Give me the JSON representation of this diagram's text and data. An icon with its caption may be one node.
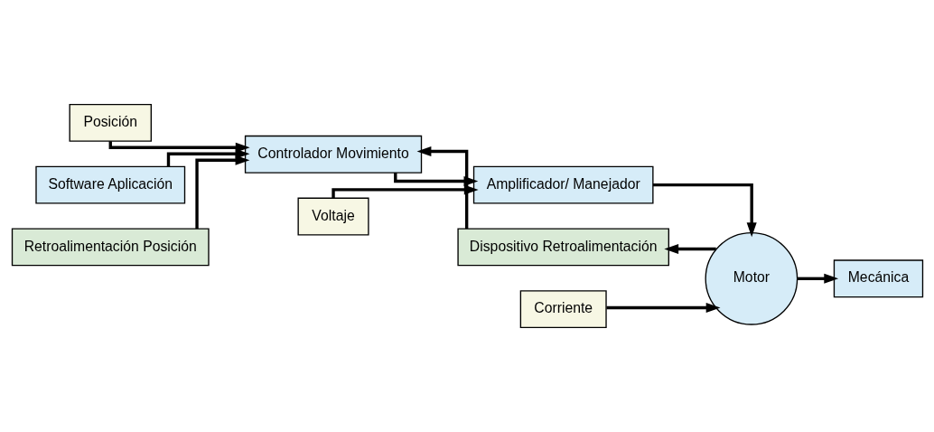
{
  "diagram": {
    "nodes": [
      {
        "text": [
          "Posición"
        ]
      },
      {
        "text": [
          "Voltaje"
        ]
      },
      {
        "text": [
          "Corriente"
        ]
      },
      {
        "text": [
          "Software Aplicación"
        ]
      },
      {
        "text": [
          "Controlador Movimiento"
        ]
      },
      {
        "text": [
          "Amplificador/ Manejador"
        ]
      },
      {
        "text": [
          "Motor"
        ]
      },
      {
        "text": [
          "Mecánica"
        ]
      },
      {
        "text": [
          "Dispositivo Retroalimentación"
        ]
      },
      {
        "text": [
          "Retroalimentación Posición"
        ]
      }
    ],
    "edges": [
      {
        "from": 3,
        "to": 4,
        "arrow": "to"
      },
      {
        "from": 0,
        "to": 4,
        "arrow": "to"
      },
      {
        "from": 4,
        "to": 5,
        "arrow": "to"
      },
      {
        "from": 1,
        "to": 5,
        "arrow": "to"
      },
      {
        "from": 5,
        "to": 6,
        "arrow": "to"
      },
      {
        "from": 2,
        "to": 6,
        "arrow": "to"
      },
      {
        "from": 6,
        "to": 7,
        "arrow": "to"
      },
      {
        "from": 6,
        "to": 8,
        "arrow": "to"
      },
      {
        "from": 8,
        "to": 4,
        "arrow": "to"
      },
      {
        "from": 9,
        "to": 4,
        "arrow": "to"
      }
    ]
  }
}
